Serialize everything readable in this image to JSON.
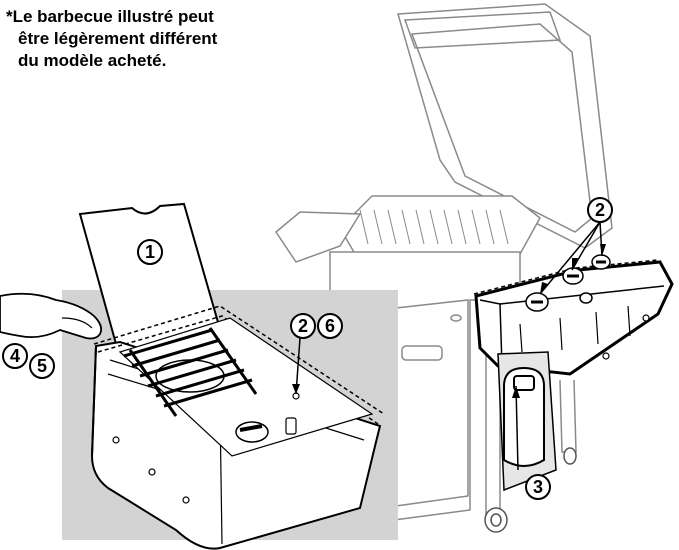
{
  "disclaimer": {
    "line1": "*Le barbecue illustré peut",
    "line2": "être légèrement différent",
    "line3": "du modèle acheté."
  },
  "callouts": {
    "lid": "1",
    "knobs_inset": "2",
    "burner_inset": "6",
    "hand_a": "4",
    "hand_b": "5",
    "knobs_main": "2",
    "tank": "3"
  },
  "colors": {
    "inset_background": "#d3d3d3",
    "line": "#000000",
    "fill": "#ffffff"
  }
}
